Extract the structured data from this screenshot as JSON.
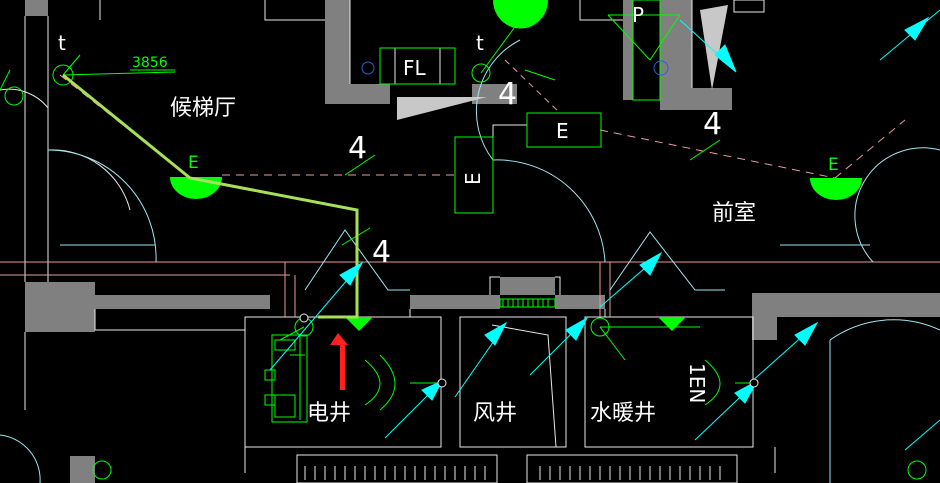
{
  "labels": {
    "elevator_hall": "候梯厅",
    "front_room": "前室",
    "electrical_shaft": "电井",
    "air_shaft": "风井",
    "plumbing_shaft": "水暖井",
    "tag_3856": "3856",
    "t1": "t",
    "t2": "t",
    "FL": "FL",
    "P": "P",
    "E_box_right": "E",
    "E_box_vert": "E",
    "E_lamp_left": "E",
    "E_lamp_right": "E",
    "num4_a": "4",
    "num4_b": "4",
    "num4_c": "4",
    "num4_d": "4",
    "ten": "1EN"
  },
  "colors": {
    "wall": "#808080",
    "green": "#00ff00",
    "cyan": "#00ffff",
    "light_cyan": "#9ee7f0",
    "white": "#ffffff",
    "pink": "#e89a9a",
    "yellow_green": "#a8e05a",
    "red": "#ff2020"
  }
}
